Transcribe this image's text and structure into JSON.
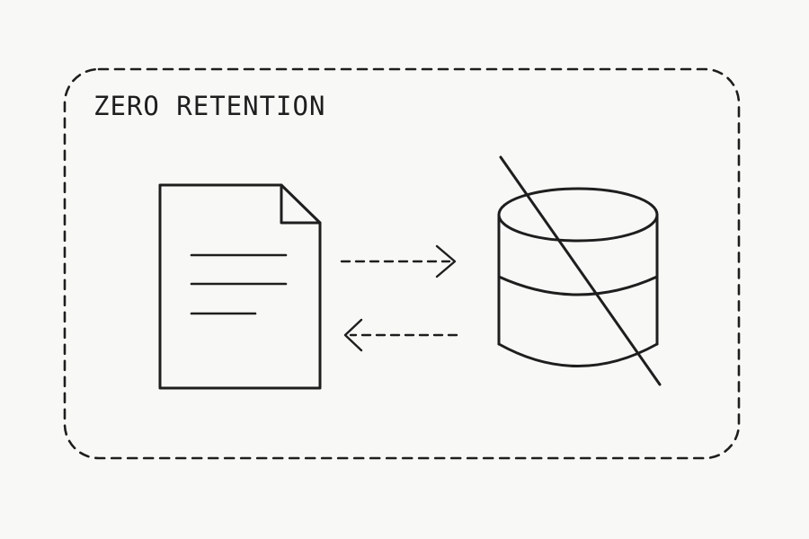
{
  "diagram": {
    "title": "ZERO RETENTION",
    "elements": [
      {
        "name": "document",
        "icon": "document-icon"
      },
      {
        "name": "request",
        "icon": "arrow-right-icon"
      },
      {
        "name": "response",
        "icon": "arrow-left-icon"
      },
      {
        "name": "database",
        "icon": "database-crossed-out-icon"
      }
    ],
    "colors": {
      "ink": "#1e1e1e",
      "background": "#f8f8f6"
    }
  }
}
